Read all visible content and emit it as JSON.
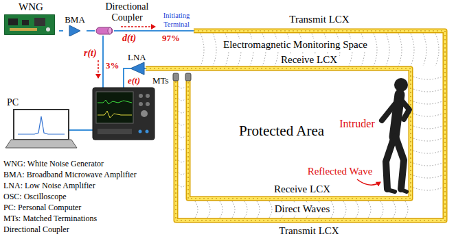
{
  "diagram": {
    "nodes": [
      {
        "text": [
          "WNG"
        ]
      },
      {
        "text": [
          "BMA"
        ]
      },
      {
        "text": [
          "Directional Coupler"
        ]
      }
    ],
    "edges": [
      {
        "from": 0,
        "to": 1,
        "arrow": "none"
      },
      {
        "from": 1,
        "to": 2,
        "arrow": "none"
      }
    ],
    "labels": [
      "d(t)",
      "97%",
      "Initiating Terminal",
      "r(t)",
      "3%",
      "e(t)",
      "LNA",
      "MTs",
      "PC",
      "Transmit LCX",
      "Electromagnetic Monitoring Space",
      "Receive LCX",
      "Protected Area",
      "Intruder",
      "Reflected Wave",
      "Receive LCX",
      "Direct Waves",
      "Transmit LCX",
      "WNG: White Noise Generator",
      "BMA: Broadband Microwave Amplifier",
      "LNA: Low Noise Amplifier",
      "OSC: Oscilloscope",
      "PC: Personal Computer",
      "MTs: Matched Terminations",
      "Directional Coupler"
    ]
  }
}
